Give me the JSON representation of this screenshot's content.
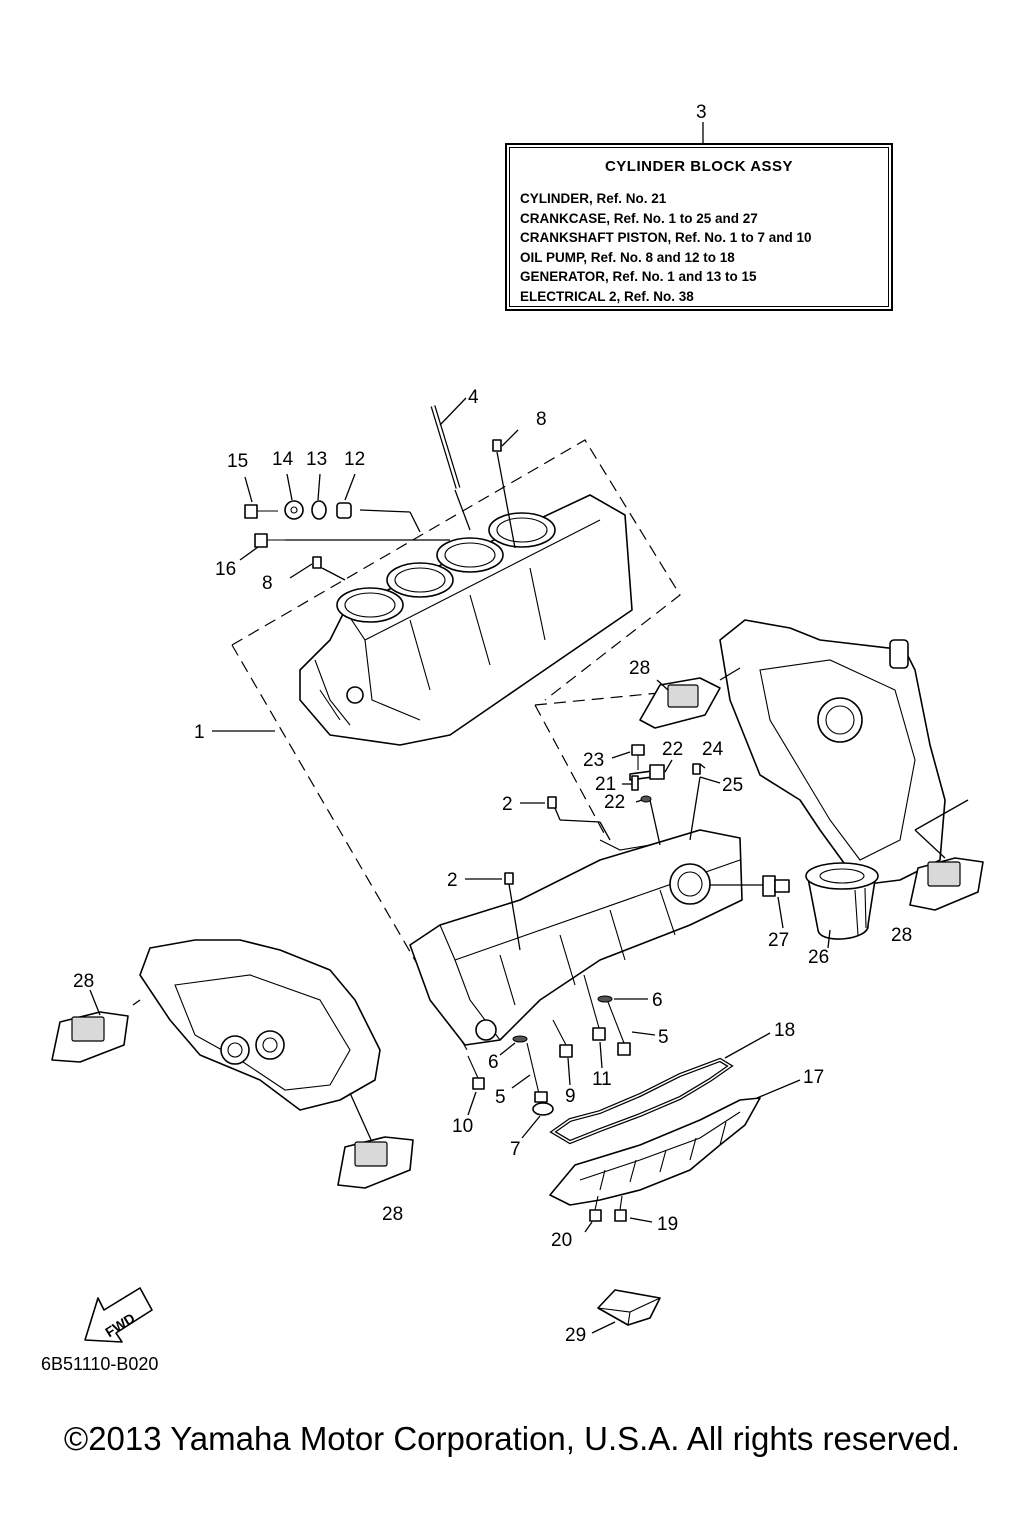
{
  "assembly": {
    "ref": "3",
    "title": "CYLINDER BLOCK ASSY",
    "lines": [
      "CYLINDER, Ref. No. 21",
      "CRANKCASE, Ref. No. 1 to 25 and 27",
      "CRANKSHAFT PISTON, Ref. No. 1 to 7 and 10",
      "OIL PUMP, Ref. No. 8 and 12 to 18",
      "GENERATOR, Ref. No. 1 and 13 to 15",
      "ELECTRICAL 2, Ref. No. 38"
    ]
  },
  "callouts": [
    {
      "id": "c4",
      "text": "4"
    },
    {
      "id": "c8a",
      "text": "8"
    },
    {
      "id": "c15",
      "text": "15"
    },
    {
      "id": "c14",
      "text": "14"
    },
    {
      "id": "c13",
      "text": "13"
    },
    {
      "id": "c12",
      "text": "12"
    },
    {
      "id": "c16",
      "text": "16"
    },
    {
      "id": "c8b",
      "text": "8"
    },
    {
      "id": "c1",
      "text": "1"
    },
    {
      "id": "c28a",
      "text": "28"
    },
    {
      "id": "c23",
      "text": "23"
    },
    {
      "id": "c22a",
      "text": "22"
    },
    {
      "id": "c24",
      "text": "24"
    },
    {
      "id": "c21",
      "text": "21"
    },
    {
      "id": "c25",
      "text": "25"
    },
    {
      "id": "c22b",
      "text": "22"
    },
    {
      "id": "c2a",
      "text": "2"
    },
    {
      "id": "c2b",
      "text": "2"
    },
    {
      "id": "c27",
      "text": "27"
    },
    {
      "id": "c26",
      "text": "26"
    },
    {
      "id": "c28b",
      "text": "28"
    },
    {
      "id": "c28c",
      "text": "28"
    },
    {
      "id": "c6a",
      "text": "6"
    },
    {
      "id": "c5a",
      "text": "5"
    },
    {
      "id": "c18",
      "text": "18"
    },
    {
      "id": "c6b",
      "text": "6"
    },
    {
      "id": "c9",
      "text": "9"
    },
    {
      "id": "c11",
      "text": "11"
    },
    {
      "id": "c17",
      "text": "17"
    },
    {
      "id": "c5b",
      "text": "5"
    },
    {
      "id": "c10",
      "text": "10"
    },
    {
      "id": "c7",
      "text": "7"
    },
    {
      "id": "c28d",
      "text": "28"
    },
    {
      "id": "c20",
      "text": "20"
    },
    {
      "id": "c19",
      "text": "19"
    },
    {
      "id": "c29",
      "text": "29"
    }
  ],
  "fwd_label": "FWD",
  "figure_code": "6B51110-B020",
  "copyright": "©2013 Yamaha Motor Corporation, U.S.A. All rights reserved."
}
